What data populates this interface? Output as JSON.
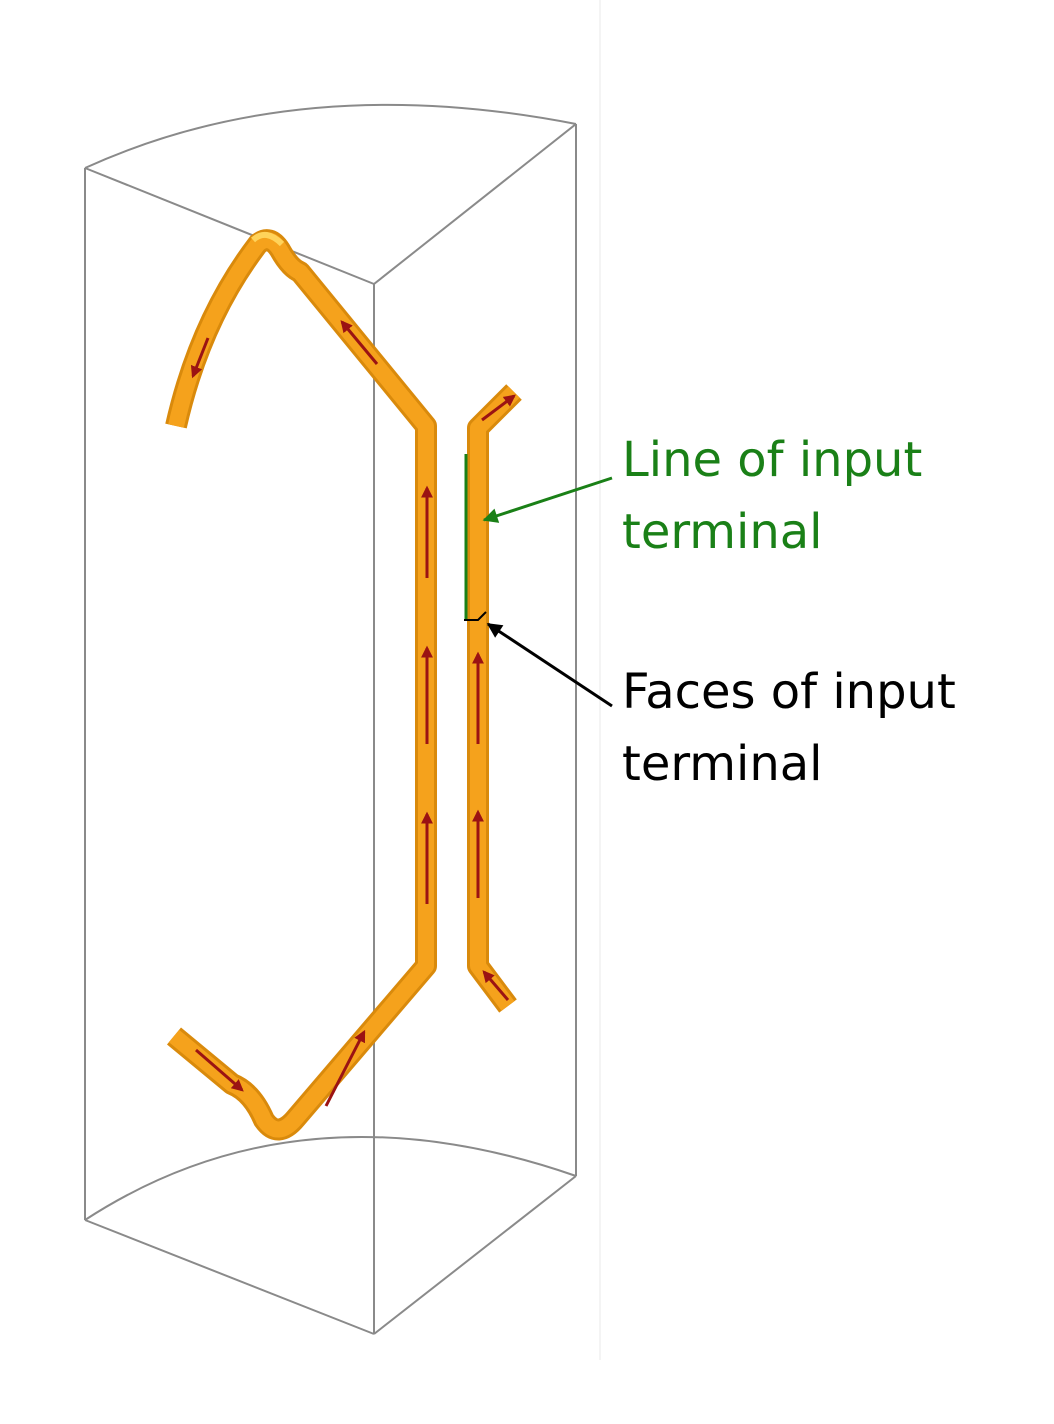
{
  "labels": {
    "line_of_input_terminal": {
      "line1": "Line of input",
      "line2": "terminal",
      "color": "#1a8017"
    },
    "faces_of_input_terminal": {
      "line1": "Faces of input",
      "line2": "terminal",
      "color": "#000000"
    }
  },
  "colors": {
    "box_edge": "#8a8a8a",
    "coil_fill": "#f5a21c",
    "coil_shadow": "#d98a0c",
    "coil_highlight": "#ffd35a",
    "current_arrow": "#9b1313",
    "green_pointer": "#1a8017",
    "black_pointer": "#000000"
  },
  "icons": {
    "current_direction": "arrow-icon"
  }
}
